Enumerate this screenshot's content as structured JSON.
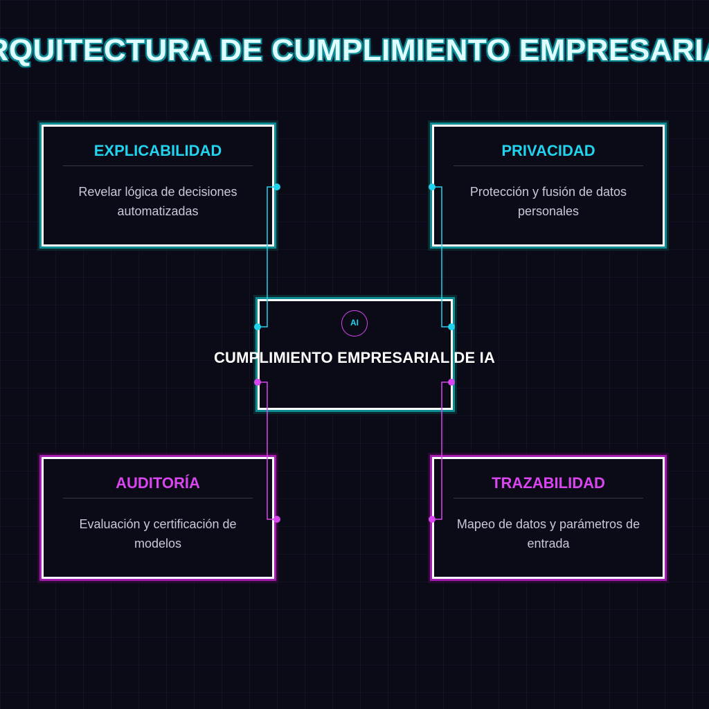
{
  "title": "ARQUITECTURA DE CUMPLIMIENTO EMPRESARIAL",
  "center": {
    "badge": "AI",
    "label": "CUMPLIMIENTO EMPRESARIAL DE IA"
  },
  "nodes": [
    {
      "title": "EXPLICABILIDAD",
      "description": "Revelar lógica de decisiones automatizadas",
      "accent": "#22d3ee"
    },
    {
      "title": "PRIVACIDAD",
      "description": "Protección y fusión de datos personales",
      "accent": "#22d3ee"
    },
    {
      "title": "AUDITORÍA",
      "description": "Evaluación y certificación de modelos",
      "accent": "#d946ef"
    },
    {
      "title": "TRAZABILIDAD",
      "description": "Mapeo de datos y parámetros de entrada",
      "accent": "#d946ef"
    }
  ],
  "colors": {
    "background": "#0b0b18",
    "cyan": "#22d3ee",
    "magenta": "#d946ef",
    "border": "#ffffff"
  }
}
